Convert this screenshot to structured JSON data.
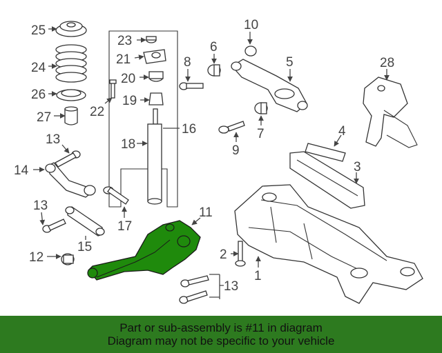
{
  "colors": {
    "highlight": "#1f8a0c",
    "banner_bg": "#2d7a1f",
    "line": "#333333",
    "label": "#444444"
  },
  "labels": {
    "p1": "1",
    "p2": "2",
    "p3": "3",
    "p4": "4",
    "p5": "5",
    "p6": "6",
    "p7": "7",
    "p8": "8",
    "p9": "9",
    "p10": "10",
    "p11": "11",
    "p12": "12",
    "p13a": "13",
    "p13b": "13",
    "p13c": "13",
    "p14": "14",
    "p15": "15",
    "p16": "16",
    "p17": "17",
    "p18": "18",
    "p19": "19",
    "p20": "20",
    "p21": "21",
    "p22": "22",
    "p23": "23",
    "p24": "24",
    "p25": "25",
    "p26": "26",
    "p27": "27",
    "p28": "28"
  },
  "banner": {
    "line1": "Part or sub-assembly is #11 in diagram",
    "line2": "Diagram may not be specific to your vehicle"
  }
}
